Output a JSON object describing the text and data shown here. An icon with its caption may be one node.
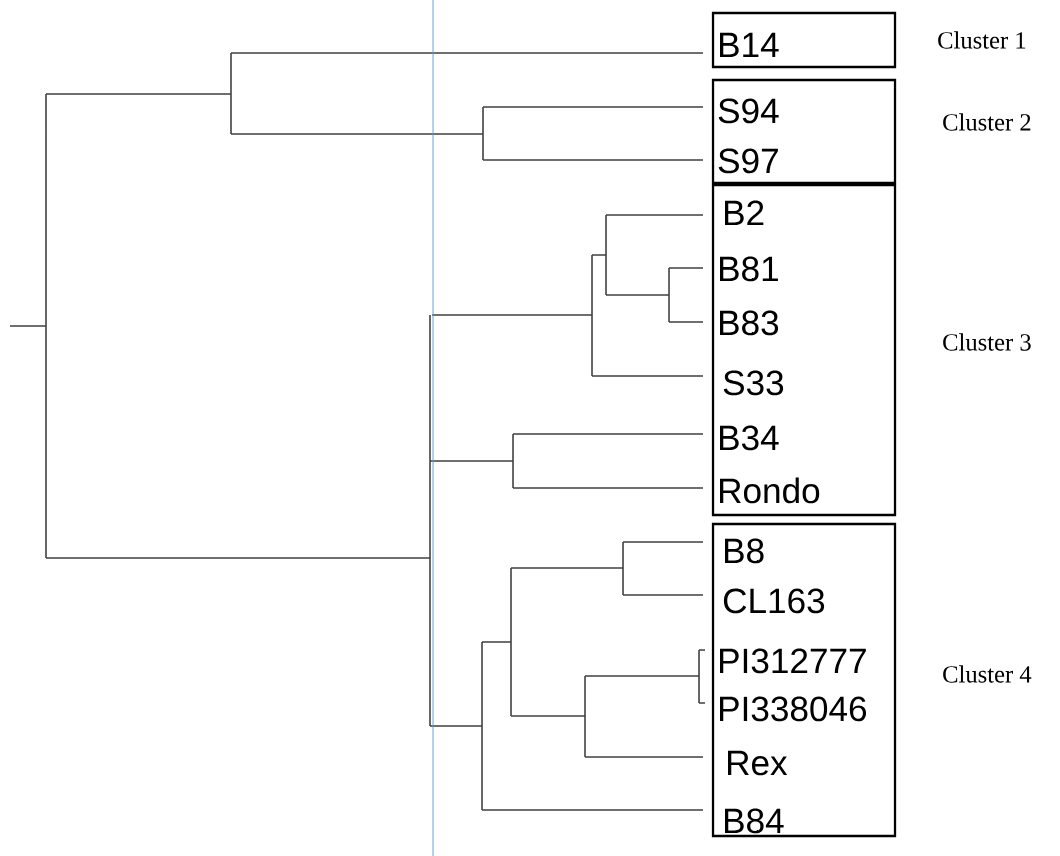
{
  "diagram": {
    "nodes": [
      {
        "text": [],
        "shape": "box",
        "beside": [
          "Cluster 1"
        ]
      },
      {
        "text": [
          "B14"
        ],
        "in": 0
      },
      {
        "text": [],
        "shape": "box",
        "beside": [
          "Cluster 2"
        ]
      },
      {
        "text": [
          "S94"
        ],
        "in": 2
      },
      {
        "text": [
          "S97"
        ],
        "in": 2
      },
      {
        "text": [],
        "shape": "box",
        "beside": [
          "Cluster 3"
        ]
      },
      {
        "text": [
          "B2"
        ],
        "in": 5
      },
      {
        "text": [
          "B81"
        ],
        "in": 5
      },
      {
        "text": [
          "B83"
        ],
        "in": 5
      },
      {
        "text": [
          "S33"
        ],
        "in": 5
      },
      {
        "text": [
          "B34"
        ],
        "in": 5
      },
      {
        "text": [
          "Rondo"
        ],
        "in": 5
      },
      {
        "text": [],
        "shape": "box",
        "beside": [
          "Cluster 4"
        ]
      },
      {
        "text": [
          "B8"
        ],
        "in": 12
      },
      {
        "text": [
          "CL163"
        ],
        "in": 12
      },
      {
        "text": [
          "PI312777"
        ],
        "in": 12
      },
      {
        "text": [
          "PI338046"
        ],
        "in": 12
      },
      {
        "text": [
          "Rex"
        ],
        "in": 12
      },
      {
        "text": [
          "B84"
        ],
        "in": 12
      }
    ]
  }
}
